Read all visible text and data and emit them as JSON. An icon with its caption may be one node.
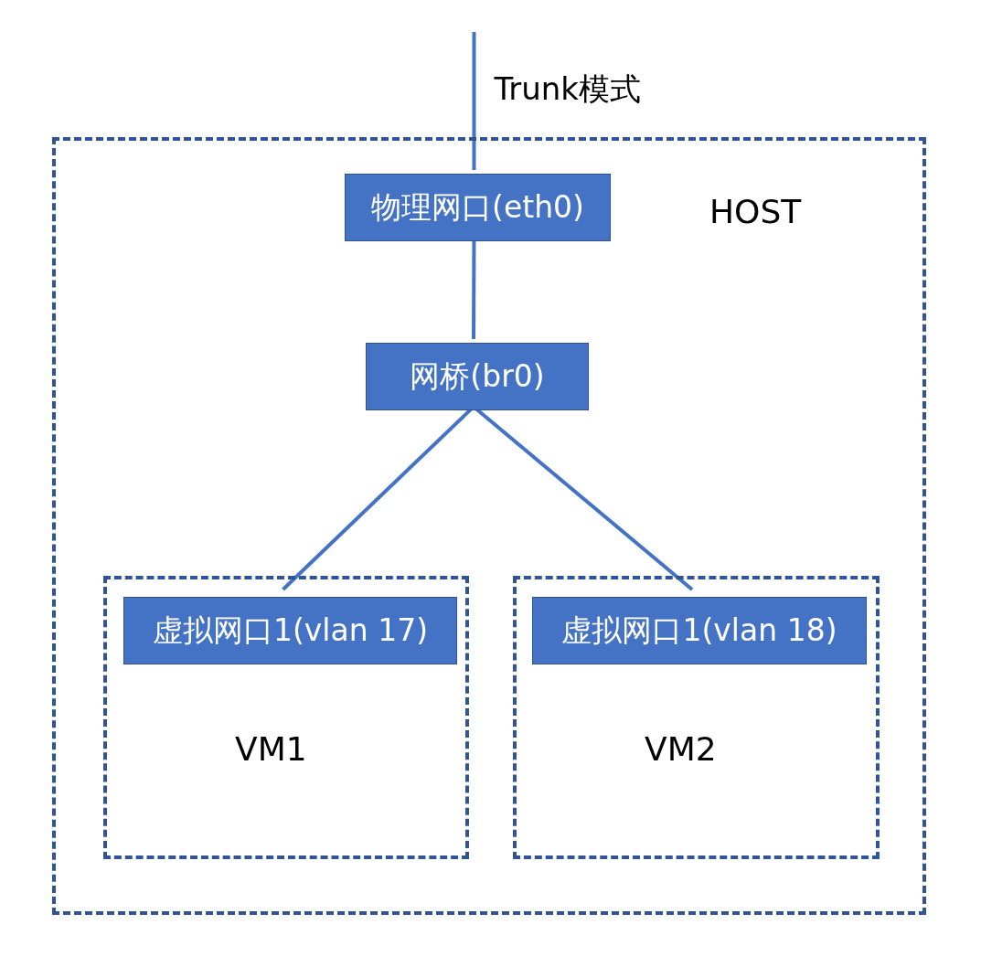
{
  "diagram": {
    "nodes": [
      {
        "text": [
          "HOST"
        ]
      },
      {
        "text": [
          "物理网口(eth0)"
        ],
        "in": 0
      },
      {
        "text": [
          "网桥(br0)"
        ],
        "in": 0
      },
      {
        "text": [
          "VM1"
        ],
        "in": 0
      },
      {
        "text": [
          "虚拟网口1(vlan 17)"
        ],
        "in": 3
      },
      {
        "text": [
          "VM2"
        ],
        "in": 0
      },
      {
        "text": [
          "虚拟网口1(vlan 18)"
        ],
        "in": 5
      }
    ],
    "edges": [
      {
        "from": null,
        "to": 1,
        "arrow": "none",
        "label": "Trunk模式"
      },
      {
        "from": 1,
        "to": 2,
        "arrow": "none"
      },
      {
        "from": 2,
        "to": 4,
        "arrow": "none"
      },
      {
        "from": 2,
        "to": 6,
        "arrow": "none"
      }
    ]
  }
}
